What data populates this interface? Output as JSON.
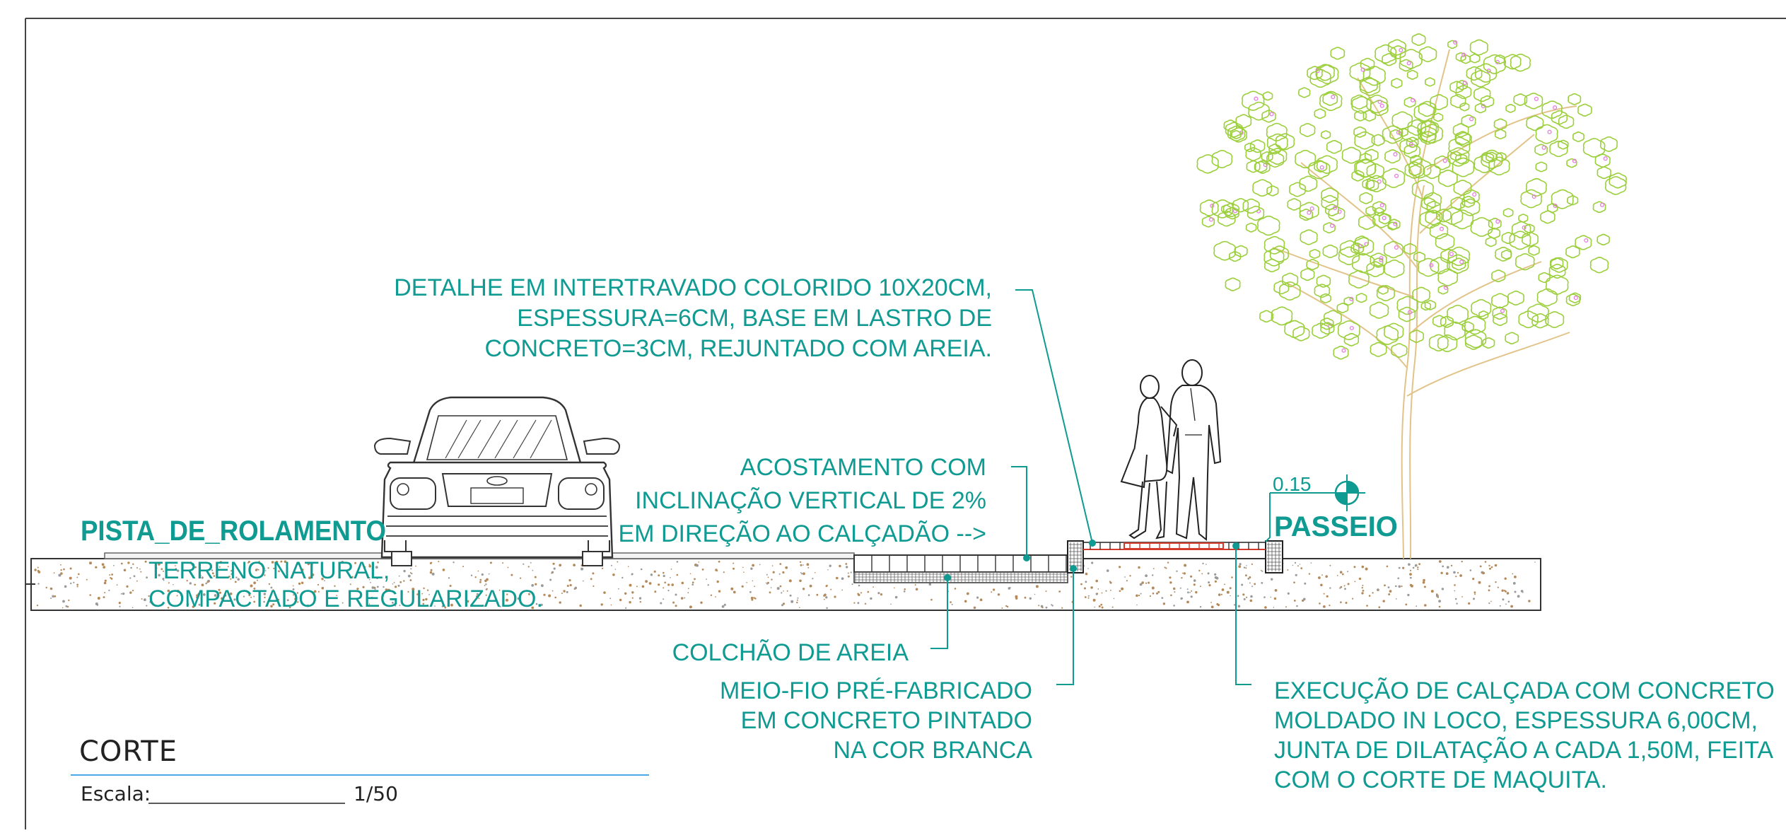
{
  "labels": {
    "pista": "PISTA_DE_ROLAMENTO",
    "passeio": "PASSEIO",
    "dimension": "0.15"
  },
  "notes": {
    "detalhe": [
      "DETALHE EM INTERTRAVADO COLORIDO 10X20CM,",
      "ESPESSURA=6CM, BASE EM LASTRO DE",
      "CONCRETO=3CM, REJUNTADO COM AREIA."
    ],
    "acostamento": [
      "ACOSTAMENTO COM",
      "INCLINAÇÃO VERTICAL DE 2%",
      "EM DIREÇÃO AO CALÇADÃO -->"
    ],
    "terreno": [
      "TERRENO NATURAL,",
      "COMPACTADO E REGULARIZADO."
    ],
    "colchao": [
      "COLCHÃO DE AREIA"
    ],
    "meiofio": [
      "MEIO-FIO PRÉ-FABRICADO",
      "EM CONCRETO PINTADO",
      "NA COR BRANCA"
    ],
    "execucao": [
      "EXECUÇÃO DE CALÇADA COM CONCRETO",
      "MOLDADO IN LOCO, ESPESSURA 6,00CM,",
      "JUNTA DE DILATAÇÃO A CADA 1,50M, FEITA",
      "COM O CORTE DE MAQUITA."
    ]
  },
  "title_block": {
    "title": "CORTE",
    "scale_label": "Escala:",
    "scale_value": "1/50"
  },
  "colors": {
    "annotation": "#0f9a92",
    "linework": "#333333",
    "paving": "#d33a2c",
    "foliage": "#9ccf3c",
    "blossom": "#e87ce0",
    "trunk": "#e2c48a",
    "soil_dots": "#b58a5a"
  },
  "icons": [
    "car-rear-icon",
    "pedestrians-couple-icon",
    "tree-icon",
    "level-marker-icon"
  ]
}
